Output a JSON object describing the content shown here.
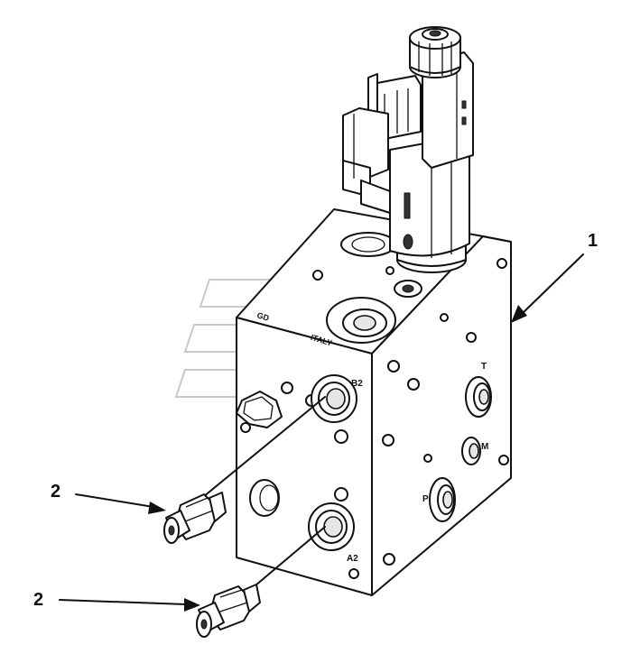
{
  "callouts": [
    {
      "id": "callout-1",
      "label": "1"
    },
    {
      "id": "callout-2-upper",
      "label": "2"
    },
    {
      "id": "callout-2-lower",
      "label": "2"
    }
  ],
  "port_labels": {
    "b2": "B2",
    "a2": "A2",
    "t": "T",
    "p": "P",
    "small": "M"
  },
  "stamp": {
    "line1": "ITALY",
    "line2": "GD"
  }
}
